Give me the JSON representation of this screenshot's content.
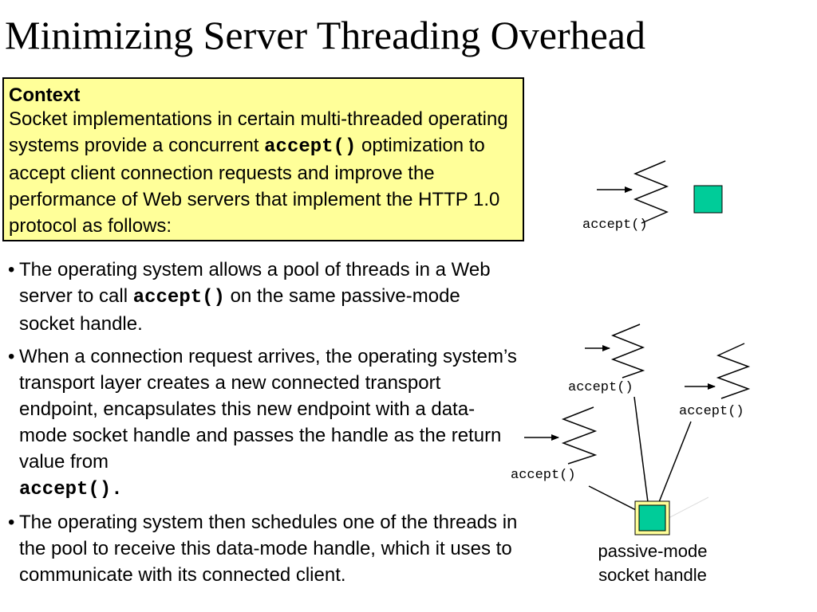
{
  "slide": {
    "title": "Minimizing Server Threading Overhead"
  },
  "context": {
    "heading": "Context",
    "text_1": "Socket implementations in certain multi-threaded operating systems provide a concurrent ",
    "code": "accept()",
    "text_2": "optimization  to accept client connection requests and improve the performance of Web servers that implement the HTTP 1.0 protocol as follows:"
  },
  "bullets": [
    {
      "marker": "•",
      "text_1": "The operating system allows a pool of threads in a Web server to call ",
      "code": "accept()",
      "text_2": " on the same passive-mode socket handle."
    },
    {
      "marker": "•",
      "text_1": "When a connection request arrives, the operating system’s transport layer creates a new connected transport endpoint, encapsulates this new endpoint with a data-mode socket handle and passes the handle as the return value from ",
      "code": "accept().",
      "text_2": ""
    },
    {
      "marker": "•",
      "text_1": "The operating system then schedules one of the threads in the pool to receive this data-mode handle, which it uses to communicate with its connected client.",
      "code": "",
      "text_2": ""
    }
  ],
  "diagram": {
    "top_thread_label": "accept()",
    "pool_labels": [
      "accept()",
      "accept()",
      "accept()"
    ],
    "caption_line_1": "passive-mode",
    "caption_line_2": "socket handle",
    "colors": {
      "handle_fill": "#00cc99",
      "handle_outline": "#ffff99",
      "context_bg": "#ffff99"
    }
  }
}
